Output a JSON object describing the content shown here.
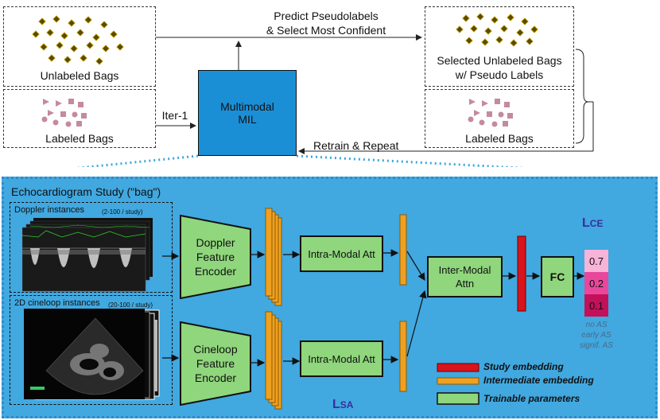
{
  "top": {
    "unlabeled_bags": "Unlabeled Bags",
    "labeled_bags_left": "Labeled Bags",
    "predict_line1": "Predict Pseudolabels",
    "predict_line2": "& Select Most Confident",
    "selected_line1": "Selected Unlabeled Bags",
    "selected_line2": "w/ Pseudo Labels",
    "labeled_bags_right": "Labeled Bags",
    "iter": "Iter-1",
    "mil_line1": "Multimodal",
    "mil_line2": "MIL",
    "retrain": "Retrain & Repeat"
  },
  "panel": {
    "title": "Echocardiogram Study (\"bag\")",
    "doppler_label": "Doppler instances",
    "doppler_count": "(2-100 / study)",
    "cine_label": "2D cineloop instances",
    "cine_count": "(20-100 / study)",
    "doppler_encoder": [
      "Doppler",
      "Feature",
      "Encoder"
    ],
    "cine_encoder": [
      "Cineloop",
      "Feature",
      "Encoder"
    ],
    "intra_top": "Intra-Modal Att",
    "intra_bottom": "Intra-Modal Att",
    "inter": [
      "Inter-Modal",
      "Attn"
    ],
    "fc": "FC",
    "loss_ce_main": "L",
    "loss_ce_sub": "CE",
    "loss_sa_main": "L",
    "loss_sa_sub": "SA",
    "outputs": [
      "0.7",
      "0.2",
      "0.1"
    ],
    "classes": [
      "no AS",
      "early AS",
      "signif. AS"
    ],
    "legend": {
      "study": "Study embedding",
      "intermediate": "Intermediate embedding",
      "trainable": "Trainable parameters"
    }
  },
  "colors": {
    "panel_bg": "#41a8e0",
    "mil_box": "#1b8fd6",
    "trainable": "#8fd67c",
    "study_embedding": "#d8141c",
    "intermediate_embedding": "#f0a020",
    "out_high": "#f7b3d8",
    "out_mid": "#e8479c",
    "out_low": "#c4105a",
    "loss_text": "#3a2d9e"
  }
}
